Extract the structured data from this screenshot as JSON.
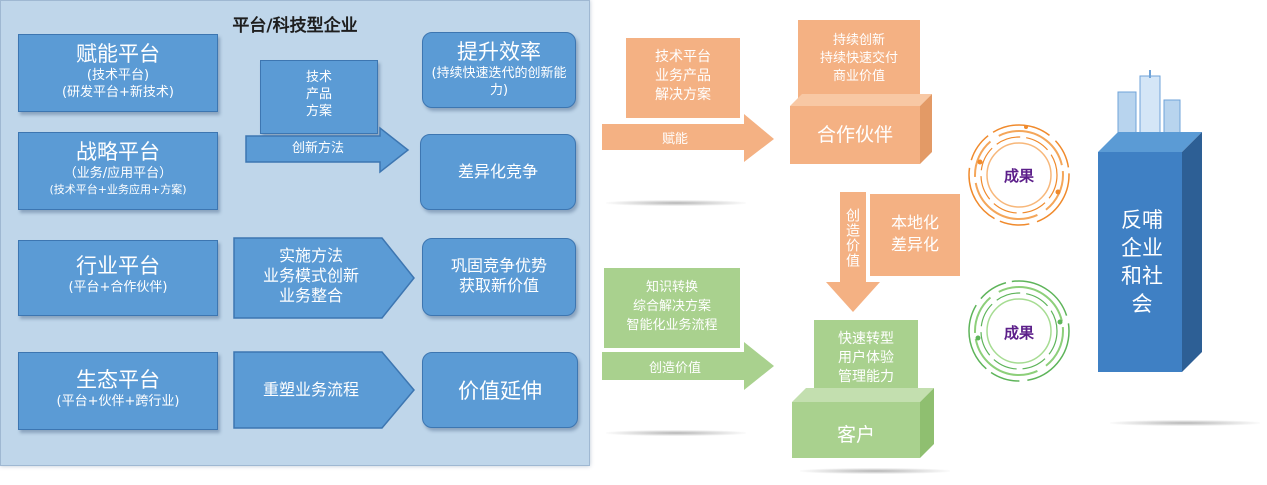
{
  "left_panel": {
    "title": "平台/科技型企业",
    "platforms": [
      {
        "name": "赋能平台",
        "sub1": "(技术平台)",
        "sub2": "(研发平台+新技术)"
      },
      {
        "name": "战略平台",
        "sub1": "（业务/应用平台）",
        "sub2": "(技术平台+业务应用+方案)"
      },
      {
        "name": "行业平台",
        "sub1": "(平台+合作伙伴)",
        "sub2": ""
      },
      {
        "name": "生态平台",
        "sub1": "(平台+伙伴+跨行业)",
        "sub2": ""
      }
    ],
    "tech_box": [
      "技术",
      "产品",
      "方案"
    ],
    "method_arrow": "创新方法",
    "impl_arrow": [
      "实施方法",
      "业务模式创新",
      "业务整合"
    ],
    "reshape_arrow": "重塑业务流程",
    "outcomes": [
      {
        "title": "提升效率",
        "sub": "(持续快速迭代的创新能力)"
      },
      {
        "title": "差异化竞争",
        "sub": ""
      },
      {
        "title": "巩固竞争优势获取新价值",
        "line1": "巩固竞争优势",
        "line2": "获取新价值"
      },
      {
        "title": "价值延伸",
        "sub": ""
      }
    ]
  },
  "right_flow": {
    "orange_source": [
      "技术平台",
      "业务产品",
      "解决方案"
    ],
    "orange_arrow": "赋能",
    "partner_top": [
      "持续创新",
      "持续快速交付",
      "商业价值"
    ],
    "partner": "合作伙伴",
    "down_arrow": "创造价值",
    "localize": [
      "本地化",
      "差异化"
    ],
    "green_source": [
      "知识转换",
      "综合解决方案",
      "智能化业务流程"
    ],
    "green_arrow": "创造价值",
    "customer_top": [
      "快速转型",
      "用户体验",
      "管理能力"
    ],
    "customer": "客户",
    "result_label": "成果",
    "result_label_2": "成果",
    "feedback": [
      "反哺",
      "企业",
      "和社",
      "会"
    ]
  },
  "colors": {
    "blue": "#5b9bd5",
    "panel": "#bfd6ea",
    "orange": "#f4b183",
    "green": "#a9d18e",
    "building": "#3f80c4",
    "ring_orange": "#f08a2c",
    "ring_green": "#5eb45a",
    "result_text": "#5c1f8a"
  }
}
